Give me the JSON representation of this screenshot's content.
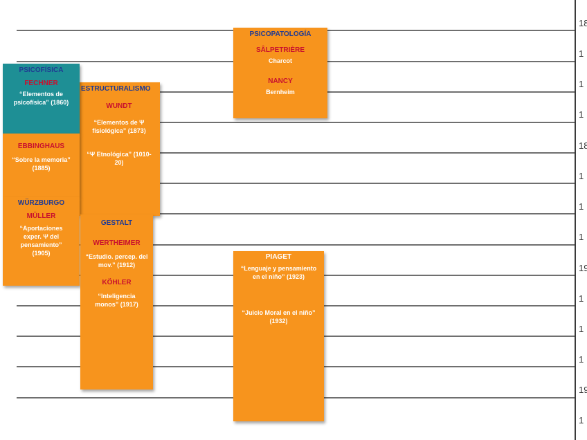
{
  "timeline": {
    "years": [
      "18",
      "1",
      "1",
      "1",
      "18",
      "1",
      "1",
      "1",
      "19",
      "1",
      "1",
      "1",
      "19",
      "1"
    ]
  },
  "boxes": {
    "psicopatologia": {
      "title": "PSICOPATOLOGÍA",
      "school1": "SÂLPETRIÈRE",
      "person1": "Charcot",
      "school2": "NANCY",
      "person2": "Bernheim"
    },
    "psicofisica": {
      "title": "PSICOFÍSICA",
      "author": "FECHNER",
      "work": "“Elementos de psicofísica” (1860)"
    },
    "ebbinghaus": {
      "author": "EBBINGHAUS",
      "work": "“Sobre la memoria” (1885)"
    },
    "wurzburgo": {
      "title": "WÜRZBURGO",
      "author": "MÜLLER",
      "work": "“Aportaciones exper. Ψ del pensamiento” (1905)"
    },
    "estructuralismo": {
      "title": "ESTRUCTURALISMO",
      "author": "WUNDT",
      "work1": "“Elementos de Ψ fisiológica” (1873)",
      "work2": "“Ψ Etnológica” (1010-20)"
    },
    "gestalt": {
      "title": "GESTALT",
      "author1": "WERTHEIMER",
      "work1": "“Estudio. percep. del mov.” (1912)",
      "author2": "KÖHLER",
      "work2": "“Inteligencia monos” (1917)"
    },
    "piaget": {
      "title": "PIAGET",
      "work1": "“Lenguaje y pensamiento en el niño” (1923)",
      "work2": "“Juicio Moral en el niño” (1932)"
    }
  },
  "colors": {
    "orange": "#f7941d",
    "teal": "#1e8f95",
    "title_blue": "#1f3a93",
    "author_red": "#c8102e",
    "line_gray": "#6f6f6f"
  }
}
